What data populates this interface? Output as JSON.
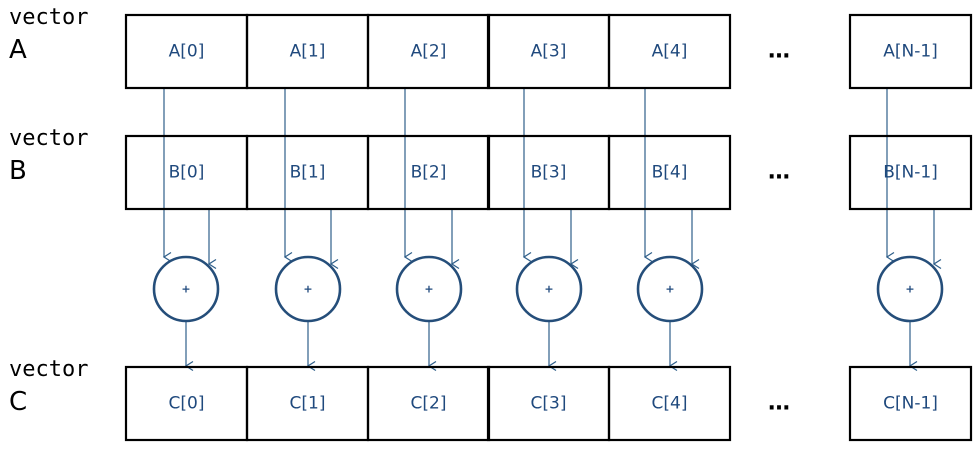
{
  "colors": {
    "box_stroke": "#000000",
    "cell_text": "#1f497d",
    "arrow": "#2f5f8a",
    "adder_stroke": "#254e7a",
    "label_text": "#000000"
  },
  "vectors": [
    {
      "name_line1": "vector",
      "name_line2": "A",
      "cells": [
        "A[0]",
        "A[1]",
        "A[2]",
        "A[3]",
        "A[4]"
      ],
      "last_cell": "A[N-1]",
      "ellipsis": "…"
    },
    {
      "name_line1": "vector",
      "name_line2": "B",
      "cells": [
        "B[0]",
        "B[1]",
        "B[2]",
        "B[3]",
        "B[4]"
      ],
      "last_cell": "B[N-1]",
      "ellipsis": "…"
    },
    {
      "name_line1": "vector",
      "name_line2": "C",
      "cells": [
        "C[0]",
        "C[1]",
        "C[2]",
        "C[3]",
        "C[4]"
      ],
      "last_cell": "C[N-1]",
      "ellipsis": "…"
    }
  ],
  "adder_symbol": "+"
}
